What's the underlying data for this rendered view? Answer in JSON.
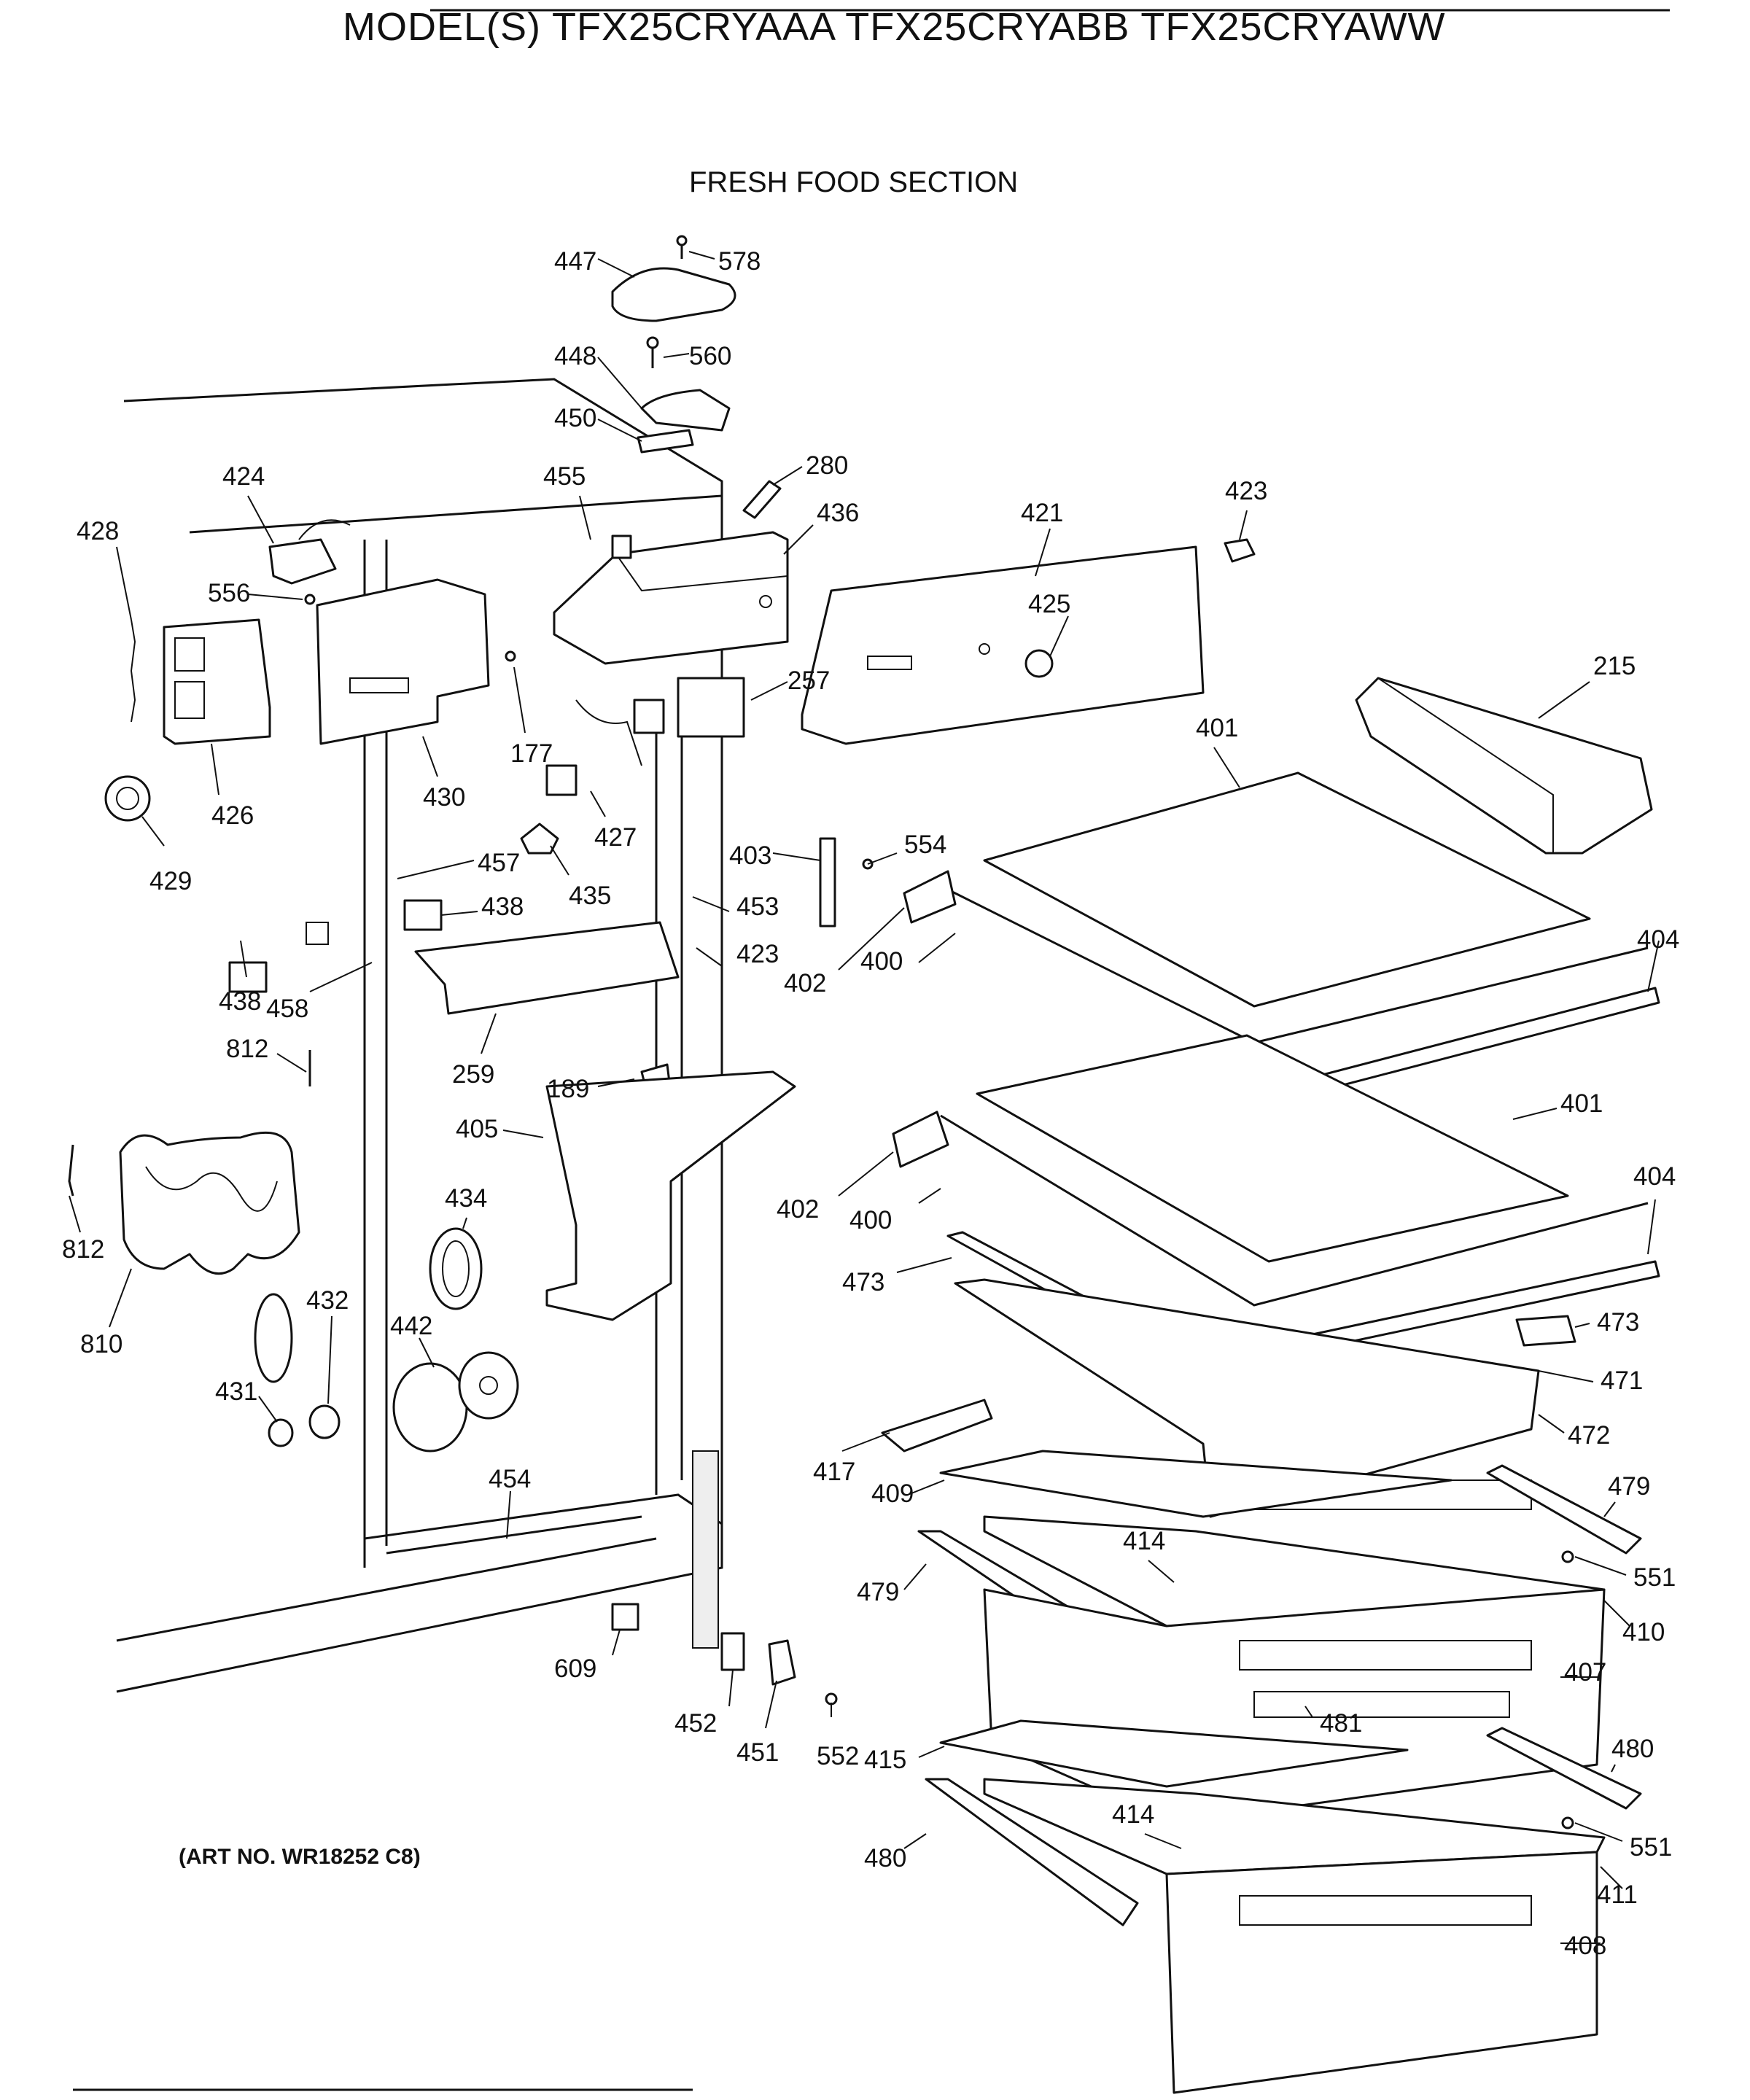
{
  "header": {
    "title": "MODEL(S) TFX25CRYAAA  TFX25CRYABB  TFX25CRYAWW",
    "subtitle": "FRESH FOOD SECTION"
  },
  "footer": {
    "art_no": "(ART NO. WR18252 C8)"
  },
  "callouts": [
    "447",
    "578",
    "448",
    "560",
    "450",
    "280",
    "424",
    "455",
    "436",
    "421",
    "423",
    "428",
    "556",
    "425",
    "215",
    "401",
    "257",
    "177",
    "430",
    "426",
    "427",
    "429",
    "457",
    "403",
    "554",
    "435",
    "453",
    "438",
    "438",
    "423",
    "458",
    "402",
    "400",
    "812",
    "404",
    "259",
    "189",
    "405",
    "401",
    "434",
    "812",
    "402",
    "400",
    "404",
    "810",
    "473",
    "432",
    "473",
    "442",
    "471",
    "431",
    "472",
    "454",
    "417",
    "409",
    "479",
    "414",
    "551",
    "479",
    "410",
    "609",
    "407",
    "481",
    "452",
    "451",
    "552",
    "415",
    "480",
    "414",
    "551",
    "480",
    "411",
    "408"
  ]
}
